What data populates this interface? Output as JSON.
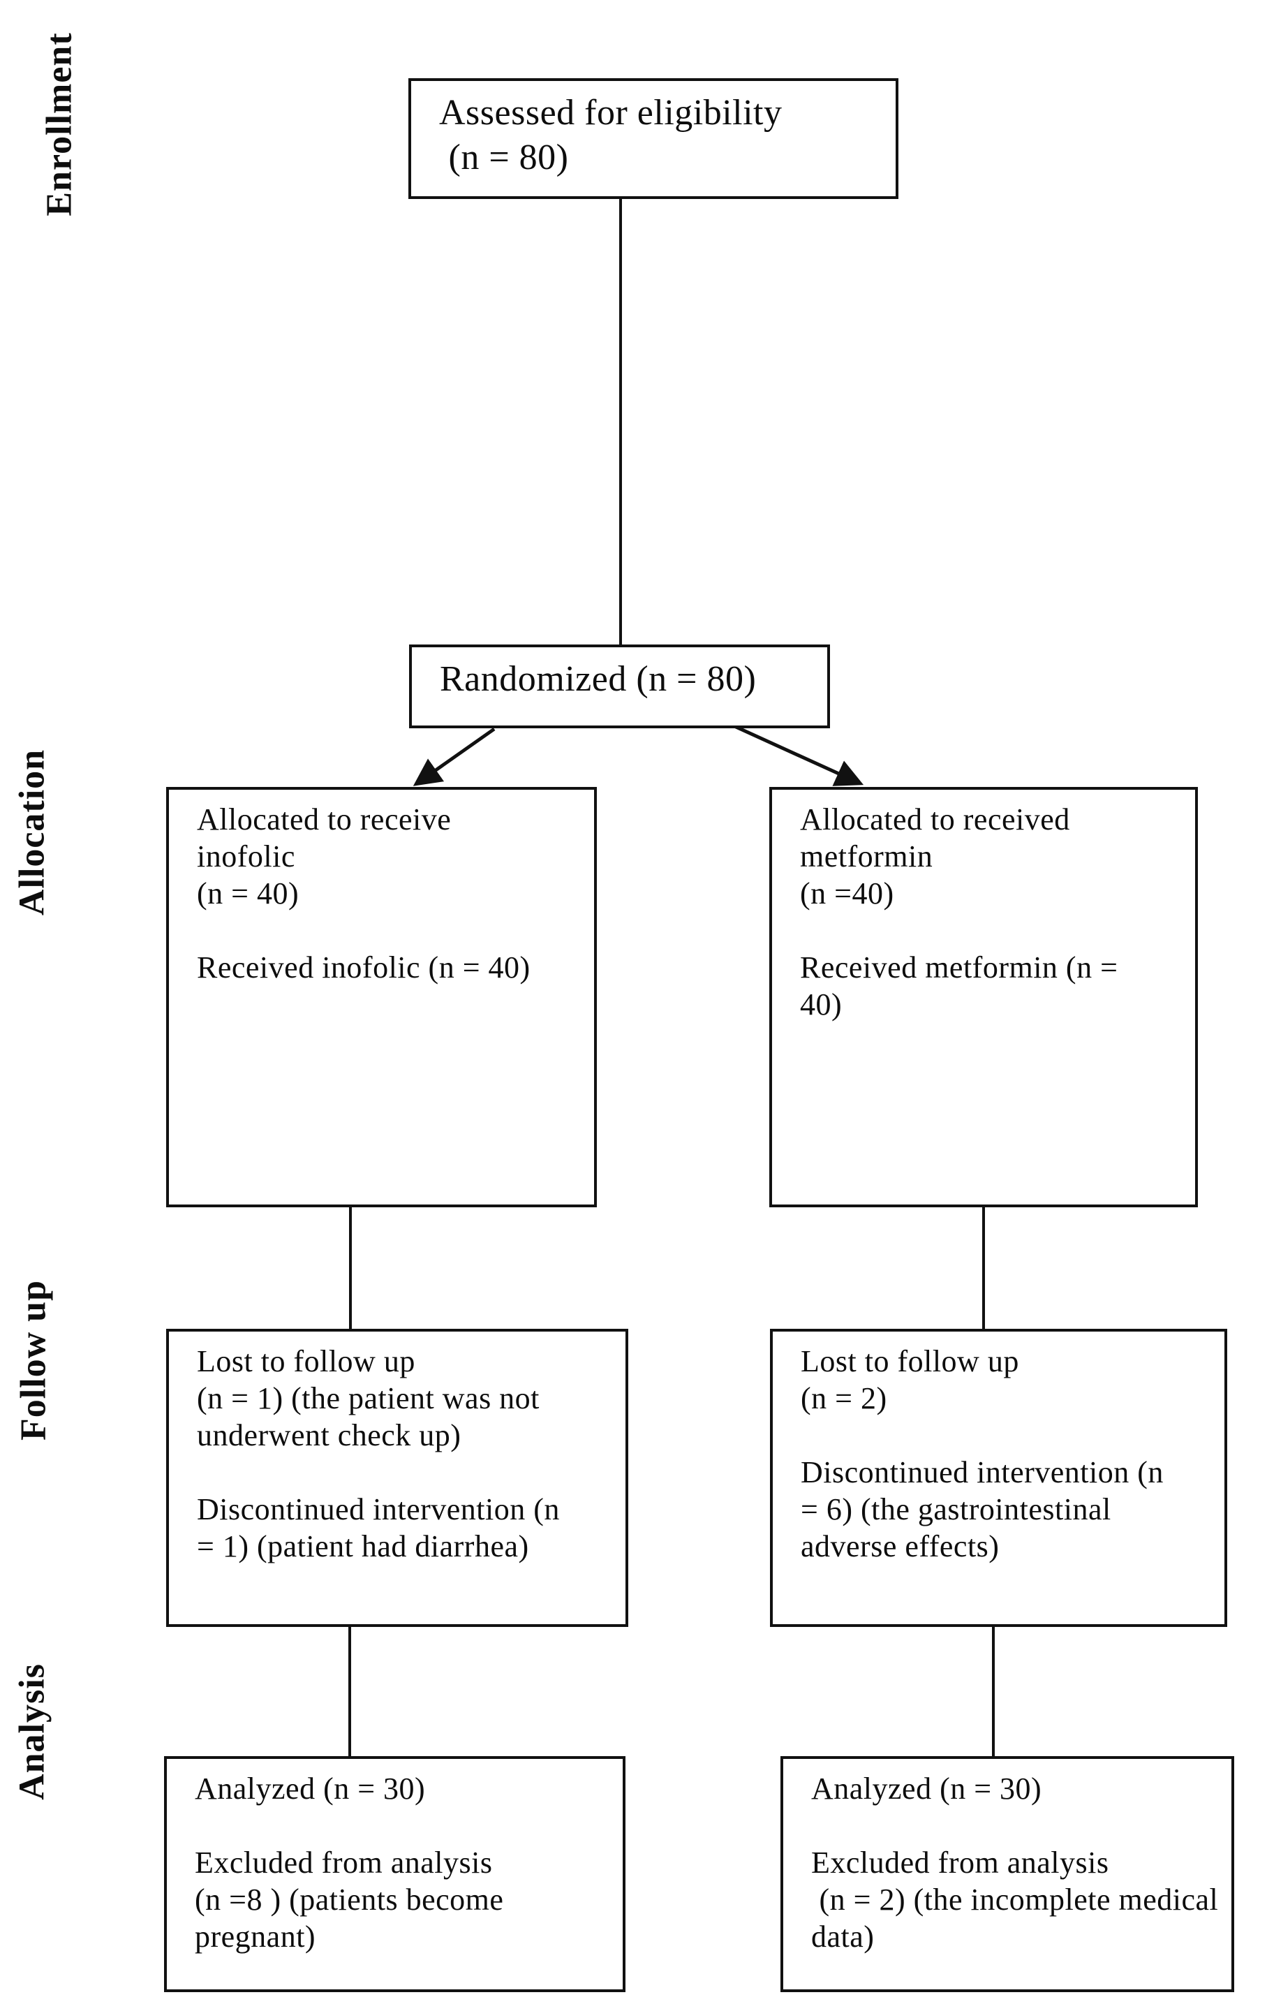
{
  "figure": {
    "stage_labels": [
      {
        "id": "enrollment",
        "text": "Enrollment"
      },
      {
        "id": "allocation",
        "text": "Allocation"
      },
      {
        "id": "follow_up",
        "text": "Follow up"
      },
      {
        "id": "analysis",
        "text": "Analysis"
      }
    ],
    "boxes": {
      "eligibility": {
        "text": "Assessed for eligibility\n (n = 80)"
      },
      "randomized": {
        "text": "Randomized (n = 80)"
      },
      "alloc_left": {
        "text": "Allocated to receive\ninofolic\n(n = 40)\n\nReceived inofolic (n = 40)"
      },
      "alloc_right": {
        "text": "Allocated to received\nmetformin\n(n =40)\n\nReceived metformin (n =\n40)"
      },
      "follow_left": {
        "text": "Lost to follow up\n(n = 1) (the patient was not\nunderwent check up)\n\nDiscontinued intervention (n\n= 1) (patient had diarrhea)"
      },
      "follow_right": {
        "text": "Lost to follow up\n(n = 2)\n\nDiscontinued intervention (n\n= 6) (the gastrointestinal\nadverse effects)"
      },
      "analysis_left": {
        "text": "Analyzed (n = 30)\n\nExcluded from analysis\n(n =8 ) (patients become\npregnant)"
      },
      "analysis_right": {
        "text": "Analyzed (n = 30)\n\nExcluded from analysis\n (n = 2) (the incomplete medical\ndata)"
      }
    },
    "colors": {
      "ink": "#111111",
      "background": "#ffffff"
    }
  }
}
